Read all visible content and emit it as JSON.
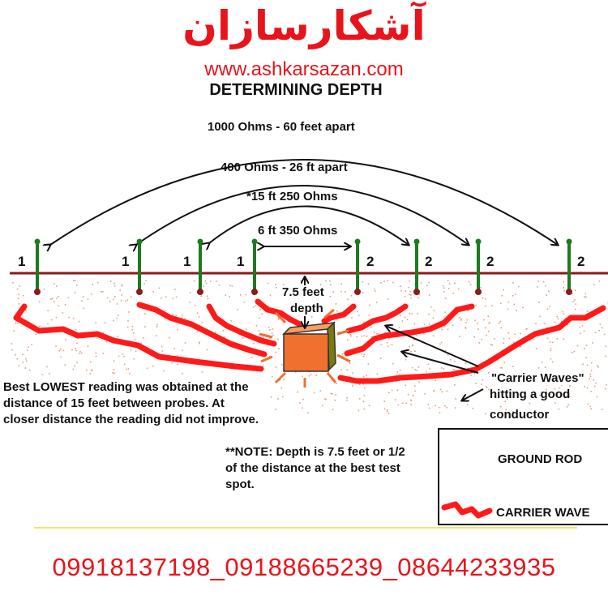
{
  "brand": {
    "persian_name": "آشکارسازان",
    "url": "www.ashkarsazan.com"
  },
  "title": "DETERMINING DEPTH",
  "arcs": {
    "arc_1000": "1000 Ohms - 60 feet apart",
    "arc_400": "400 Ohms - 26 ft  apart",
    "arc_15": "*15 ft 250 Ohms",
    "arc_6": "6 ft 350 Ohms"
  },
  "probes": {
    "left_label": "1",
    "right_label": "2"
  },
  "depth_label": {
    "line1": "7.5 feet",
    "line2": "depth"
  },
  "notes": {
    "best_reading": "Best LOWEST reading was obtained at the distance of 15 feet between probes. At closer distance the reading did not improve.",
    "depth_note": "**NOTE: Depth is 7.5 feet or 1/2 of the distance at the best test spot.",
    "carrier_line1": "\"Carrier Waves\"",
    "carrier_line2": "hitting a good",
    "carrier_line3": "conductor"
  },
  "legend": {
    "ground_rod": "GROUND ROD",
    "carrier_wave": "CARRIER WAVE"
  },
  "phones": "09918137198_09188665239_08644233935",
  "colors": {
    "brand_red": "#e8141c",
    "ground_line": "#8b1a1a",
    "rod_green": "#1e7a1e",
    "rod_tip": "#8b1a1a",
    "wave_red": "#ff1a1a",
    "speckle": "#e0a080",
    "target_orange": "#f07030",
    "target_side": "#7a7a10"
  }
}
